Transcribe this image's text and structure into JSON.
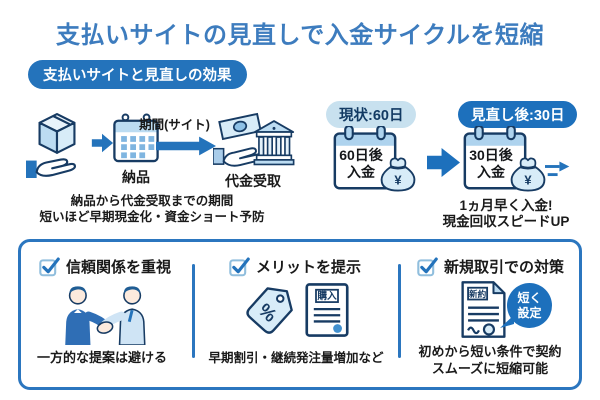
{
  "header": {
    "title": "支払いサイトの見直しで入金サイクルを短縮",
    "badge": "支払いサイトと見直しの効果"
  },
  "flow": {
    "delivery_label": "納品",
    "period_label": "期間(サイト)",
    "receive_label": "代金受取",
    "caption_line1": "納品から代金受取までの期間",
    "caption_line2": "短いほど早期現金化・資金ショート予防"
  },
  "comparison": {
    "current_pill": "現状:60日",
    "revised_pill": "見直し後:30日",
    "current_calendar": {
      "line1": "60日後",
      "line2": "入金"
    },
    "revised_calendar": {
      "line1": "30日後",
      "line2": "入金"
    },
    "money_bag_symbol": "¥",
    "caption_line1": "1ヵ月早く入金!",
    "caption_line2": "現金回収スピードUP"
  },
  "tips": {
    "items": [
      {
        "title": "信頼関係を重視",
        "caption": "一方的な提案は避ける"
      },
      {
        "title": "メリットを提示",
        "caption": "早期割引・継続発注量増加など",
        "doc_label": "購入",
        "tag_symbol": "%"
      },
      {
        "title": "新規取引での対策",
        "caption_line1": "初めから短い条件で契約",
        "caption_line2": "スムーズに短縮可能",
        "doc_label": "新約",
        "bubble_line1": "短く",
        "bubble_line2": "設定"
      }
    ]
  },
  "colors": {
    "title_blue": "#3d7cbe",
    "primary_blue": "#2473bb",
    "deep_blue": "#1d70bc",
    "outline_navy": "#173b63",
    "light_blue_fill": "#d8ecf8",
    "pill_light_bg": "#c8e1ef",
    "pill_light_text": "#123a63",
    "box_border_blue": "#2b76bf"
  }
}
